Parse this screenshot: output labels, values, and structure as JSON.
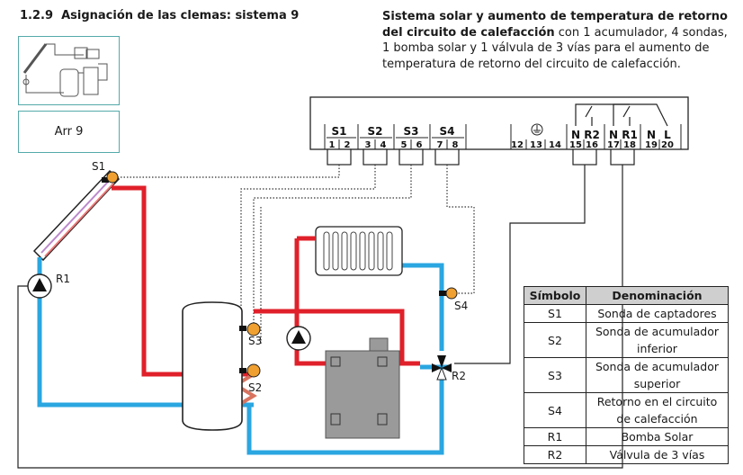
{
  "heading": {
    "number": "1.2.9",
    "title": "Asignación de las clemas: sistema 9"
  },
  "description": {
    "bold": "Sistema solar y aumento de temperatura de retorno del circuito de calefacción",
    "rest": " con 1 acumulador, 4 sondas, 1 bomba solar y 1 válvula de 3 vías para el aumento de temperatura de retorno del circuito de calefacción."
  },
  "arr_label": "Arr 9",
  "terminal": {
    "groups": [
      "S1",
      "S2",
      "S3",
      "S4",
      "N",
      "R2",
      "N",
      "R1",
      "N",
      "L"
    ],
    "numbers": [
      "1",
      "2",
      "3",
      "4",
      "5",
      "6",
      "7",
      "8",
      "12",
      "13",
      "14",
      "15",
      "16",
      "17",
      "18",
      "19",
      "20"
    ]
  },
  "labels": {
    "s1": "S1",
    "s2": "S2",
    "s3": "S3",
    "s4": "S4",
    "r1": "R1",
    "r2": "R2"
  },
  "legend": {
    "headers": [
      "Símbolo",
      "Denominación"
    ],
    "rows": [
      {
        "symbol": "S1",
        "name": "Sonda de captadores"
      },
      {
        "symbol": "S2",
        "name": "Sonda de acumulador inferior"
      },
      {
        "symbol": "S3",
        "name": "Sonda de acumulador superior"
      },
      {
        "symbol": "S4",
        "name": "Retorno en el circuito de calefacción"
      },
      {
        "symbol": "R1",
        "name": "Bomba Solar"
      },
      {
        "symbol": "R2",
        "name": "Válvula de 3 vías"
      }
    ]
  },
  "colors": {
    "hot": "#e0202a",
    "cold": "#2aa6e0",
    "sensor": "#f0a030",
    "boiler": "#9a9a9a"
  }
}
